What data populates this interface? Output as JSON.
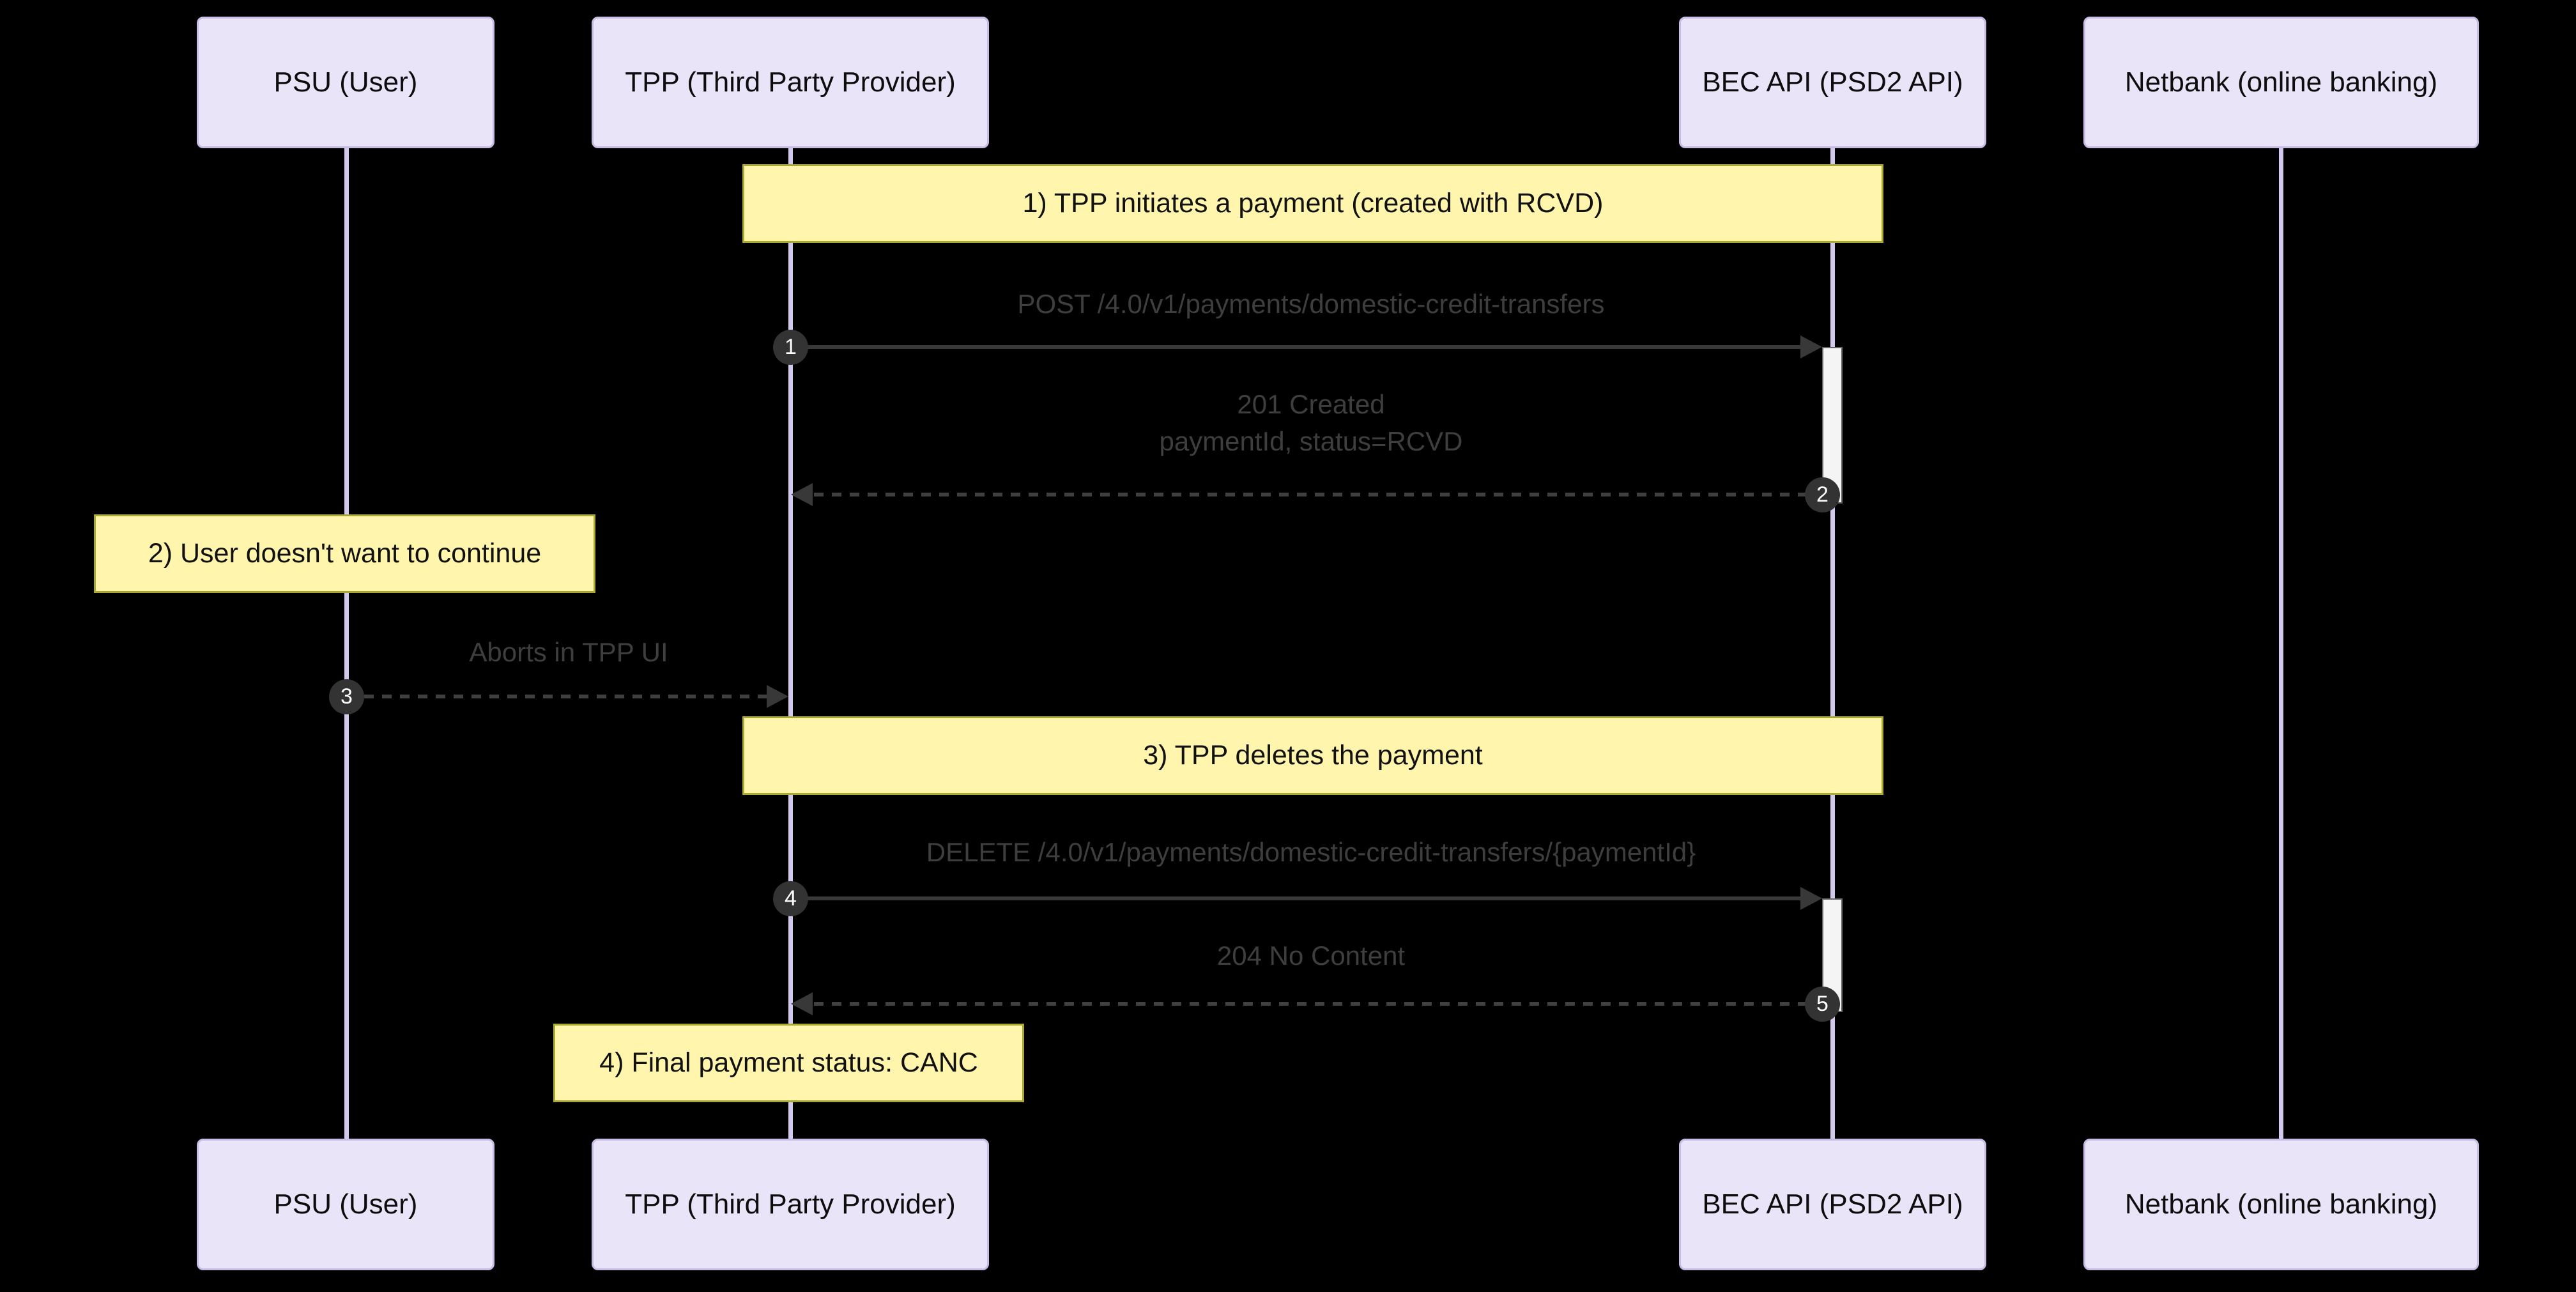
{
  "diagram": {
    "type": "sequence-diagram",
    "background_color": "#000000",
    "participants": [
      {
        "id": "psu",
        "label": "PSU (User)"
      },
      {
        "id": "tpp",
        "label": "TPP (Third Party Provider)"
      },
      {
        "id": "bec",
        "label": "BEC API (PSD2 API)"
      },
      {
        "id": "netbank",
        "label": "Netbank (online banking)"
      }
    ],
    "notes": [
      {
        "label": "1) TPP initiates a payment (created with RCVD)",
        "over": "tpp,bec"
      },
      {
        "label": "2) User doesn't want to continue",
        "over": "psu"
      },
      {
        "label": "3) TPP deletes the payment",
        "over": "tpp,bec"
      },
      {
        "label": "4) Final payment status: CANC",
        "over": "tpp"
      }
    ],
    "messages": [
      {
        "number": "1",
        "label": "POST /4.0/v1/payments/domestic-credit-transfers",
        "from": "tpp",
        "to": "bec",
        "style": "solid"
      },
      {
        "number": "2",
        "line1": "201 Created",
        "line2": "paymentId, status=RCVD",
        "from": "bec",
        "to": "tpp",
        "style": "dashed"
      },
      {
        "number": "3",
        "label": "Aborts in TPP UI",
        "from": "psu",
        "to": "tpp",
        "style": "dashed"
      },
      {
        "number": "4",
        "label": "DELETE /4.0/v1/payments/domestic-credit-transfers/{paymentId}",
        "from": "tpp",
        "to": "bec",
        "style": "solid"
      },
      {
        "number": "5",
        "label": "204 No Content",
        "from": "bec",
        "to": "tpp",
        "style": "dashed"
      }
    ],
    "colors": {
      "actor_fill": "#E9E4F8",
      "actor_border": "#C8BCE6",
      "note_fill": "#FFF5AD",
      "note_border": "#AAAA33",
      "lifeline": "#D5C8EF",
      "activation_fill": "#F4F4F4",
      "activation_border": "#666666",
      "arrow": "#383838",
      "message_text": "#3E3E3E",
      "sequence_circle_fill": "#333333",
      "sequence_circle_text": "#FFFFFF"
    }
  }
}
